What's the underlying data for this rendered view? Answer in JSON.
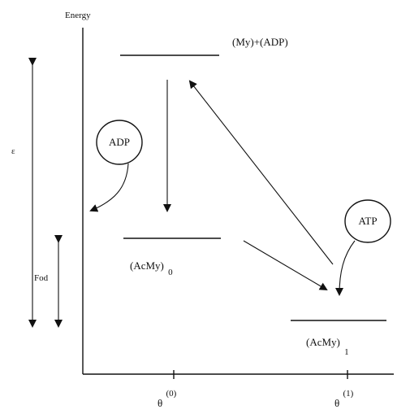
{
  "axis": {
    "ylabel": "Energy"
  },
  "levels": {
    "top_label": "(My)+(ADP)",
    "mid_label_main": "(AcMy)",
    "mid_label_sub": "0",
    "low_label_main": "(AcMy)",
    "low_label_sub": "1"
  },
  "bubbles": {
    "adp": "ADP",
    "atp": "ATP"
  },
  "side": {
    "epsilon": "ε",
    "fod": "Fod"
  },
  "xticks": {
    "t0_main": "θ",
    "t0_sup": "(0)",
    "t1_main": "θ",
    "t1_sup": "(1)"
  }
}
